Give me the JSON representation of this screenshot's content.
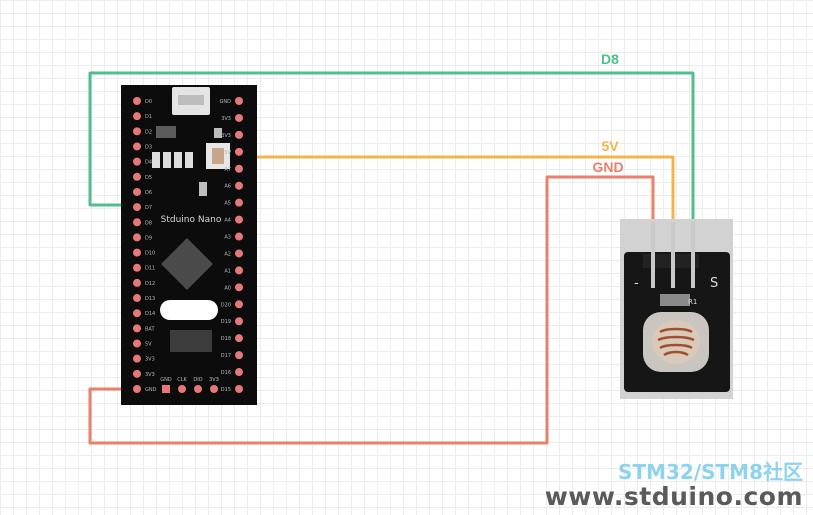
{
  "wires": {
    "d8": {
      "label": "D8",
      "color": "#4fbf8f"
    },
    "v5": {
      "label": "5V",
      "color": "#f2b44a"
    },
    "gnd": {
      "label": "GND",
      "color": "#e8806c"
    }
  },
  "board": {
    "name": "Stduino Nano",
    "left_pins": [
      "D0",
      "D1",
      "D2",
      "D3",
      "D4",
      "D5",
      "D6",
      "D7",
      "D8",
      "D9",
      "D10",
      "D11",
      "D12",
      "D13",
      "D14",
      "BAT",
      "5V",
      "3V3",
      "3V3",
      "GND"
    ],
    "right_pins": [
      "GND",
      "3V3",
      "3V3",
      "5V",
      "A7",
      "A6",
      "A5",
      "A4",
      "A3",
      "A2",
      "A1",
      "A0",
      "D20",
      "D19",
      "D18",
      "D17",
      "D16",
      "D15"
    ],
    "bottom_pins": [
      "GND",
      "CLK",
      "DIO",
      "3V3"
    ]
  },
  "sensor": {
    "minus_label": "-",
    "s_label": "S",
    "r_label": "R1"
  },
  "watermark": {
    "top": "STM32/STM8社区",
    "bottom": "www.stduino.com"
  }
}
